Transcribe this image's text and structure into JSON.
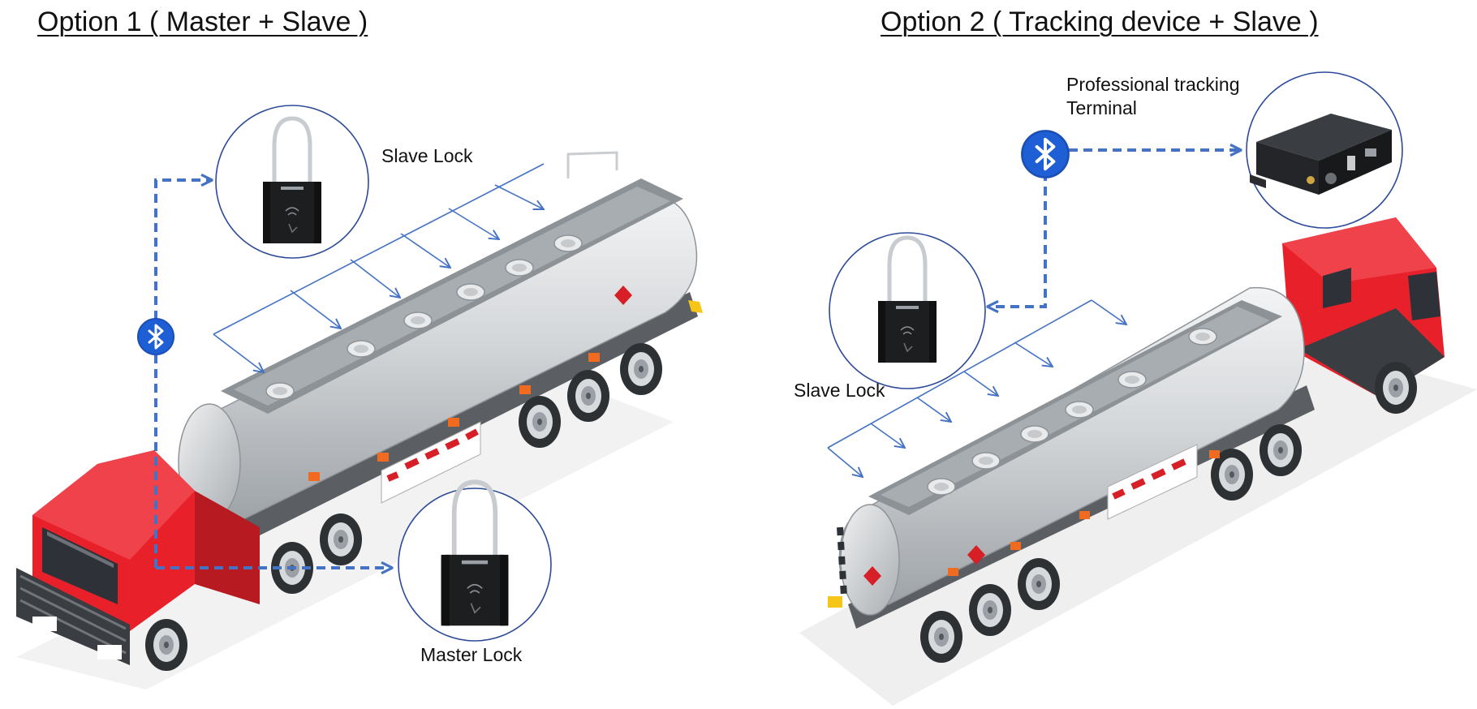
{
  "option1": {
    "title": "Option 1 ( Master + Slave )",
    "slave_label": "Slave Lock",
    "master_label": "Master Lock"
  },
  "option2": {
    "title": "Option 2 ( Tracking device + Slave )",
    "terminal_label_line1": "Professional tracking",
    "terminal_label_line2": "Terminal",
    "slave_label": "Slave Lock"
  },
  "colors": {
    "link": "#4472c4",
    "bluetooth": "#1f5fd6",
    "cab_red": "#e8202a",
    "tank_silver": "#c9cdd0",
    "circle": "#2c4a9a"
  },
  "icons": [
    "bluetooth-icon",
    "padlock-icon",
    "tracking-terminal-icon",
    "truck-icon"
  ]
}
